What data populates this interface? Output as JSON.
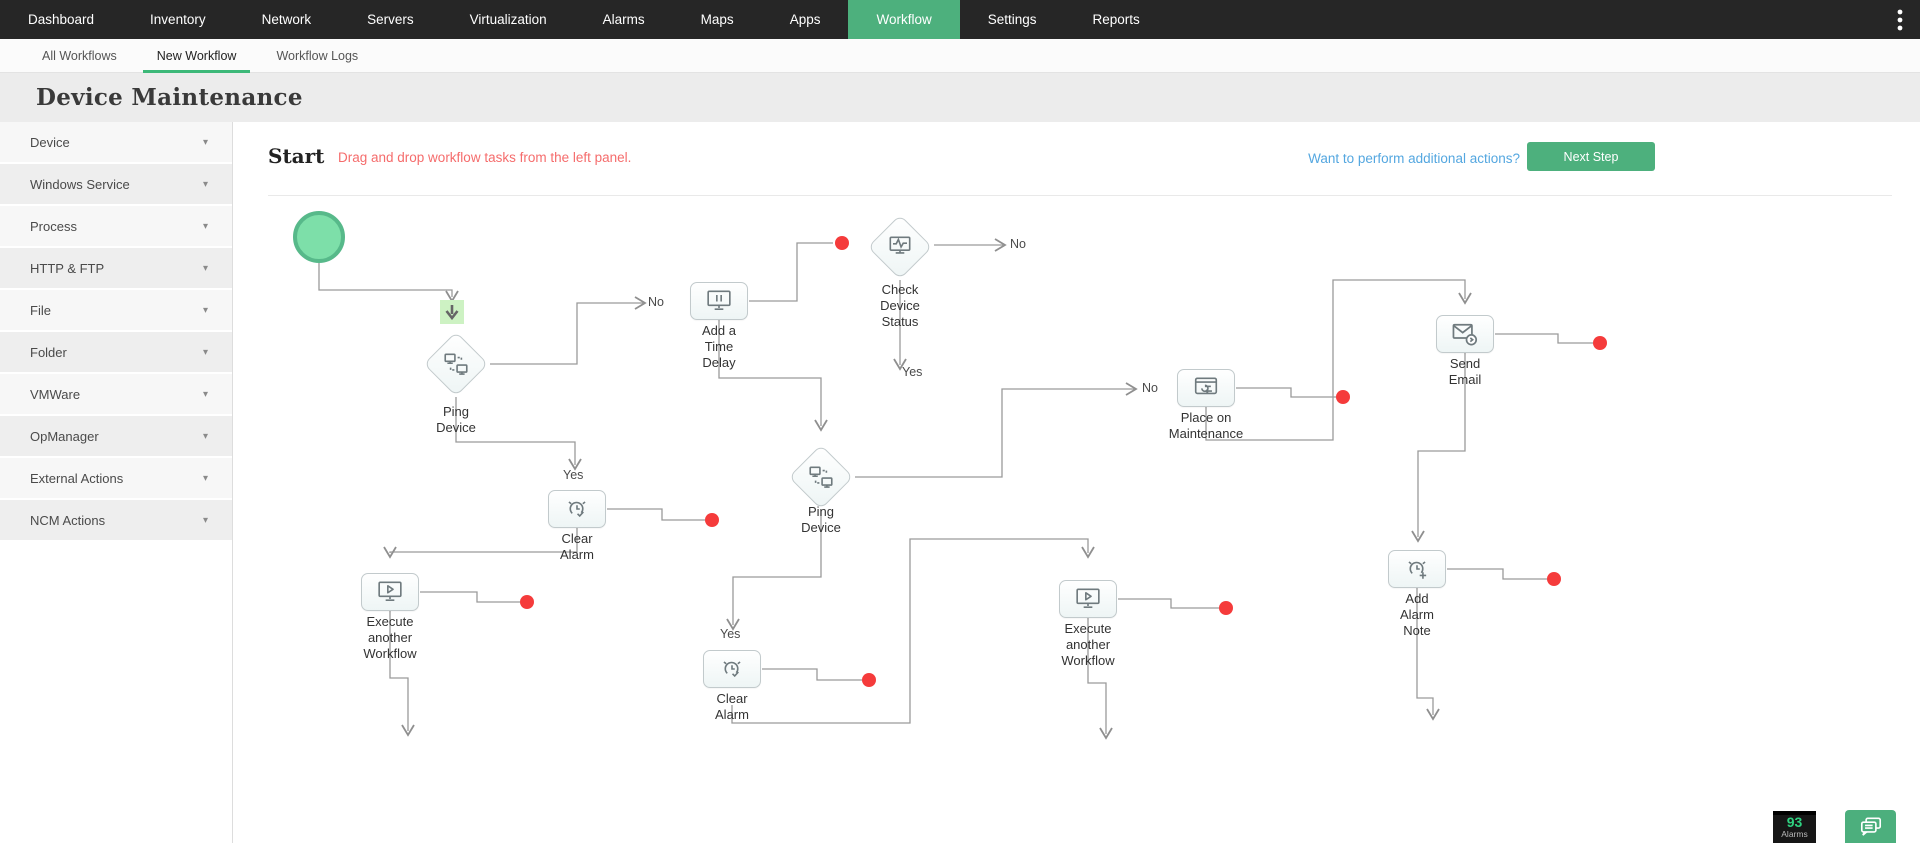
{
  "nav": {
    "items": [
      {
        "label": "Dashboard"
      },
      {
        "label": "Inventory"
      },
      {
        "label": "Network"
      },
      {
        "label": "Servers"
      },
      {
        "label": "Virtualization"
      },
      {
        "label": "Alarms"
      },
      {
        "label": "Maps"
      },
      {
        "label": "Apps"
      },
      {
        "label": "Workflow"
      },
      {
        "label": "Settings"
      },
      {
        "label": "Reports"
      }
    ],
    "active": "Workflow"
  },
  "tabs": {
    "items": [
      {
        "label": "All Workflows"
      },
      {
        "label": "New Workflow"
      },
      {
        "label": "Workflow Logs"
      }
    ],
    "active": "New Workflow"
  },
  "page": {
    "title": "Device Maintenance"
  },
  "sidebar": {
    "items": [
      {
        "label": "Device"
      },
      {
        "label": "Windows Service"
      },
      {
        "label": "Process"
      },
      {
        "label": "HTTP & FTP"
      },
      {
        "label": "File"
      },
      {
        "label": "Folder"
      },
      {
        "label": "VMWare"
      },
      {
        "label": "OpManager"
      },
      {
        "label": "External Actions"
      },
      {
        "label": "NCM Actions"
      }
    ]
  },
  "canvas": {
    "header": {
      "start_label": "Start",
      "hint": "Drag and drop workflow tasks from the left panel.",
      "link": "Want to perform additional actions?",
      "next_button": "Next Step"
    },
    "nodes": [
      {
        "id": "ping-device-1",
        "type": "diamond",
        "label": "Ping\nDevice"
      },
      {
        "id": "add-time-delay",
        "type": "task",
        "label": "Add a\nTime\nDelay"
      },
      {
        "id": "check-device-status",
        "type": "diamond",
        "label": "Check\nDevice\nStatus"
      },
      {
        "id": "send-email",
        "type": "task",
        "label": "Send\nEmail"
      },
      {
        "id": "place-on-maintenance",
        "type": "task",
        "label": "Place on\nMaintenance"
      },
      {
        "id": "ping-device-2",
        "type": "diamond",
        "label": "Ping\nDevice"
      },
      {
        "id": "clear-alarm-1",
        "type": "task",
        "label": "Clear\nAlarm"
      },
      {
        "id": "execute-workflow-1",
        "type": "task",
        "label": "Execute\nanother\nWorkflow"
      },
      {
        "id": "clear-alarm-2",
        "type": "task",
        "label": "Clear\nAlarm"
      },
      {
        "id": "execute-workflow-2",
        "type": "task",
        "label": "Execute\nanother\nWorkflow"
      },
      {
        "id": "add-alarm-note",
        "type": "task",
        "label": "Add\nAlarm\nNote"
      }
    ],
    "branch_labels": [
      {
        "text": "No"
      },
      {
        "text": "No"
      },
      {
        "text": "No"
      },
      {
        "text": "Yes"
      },
      {
        "text": "Yes"
      },
      {
        "text": "Yes"
      }
    ]
  },
  "status_bar": {
    "alarm_count": "93",
    "alarm_label": "Alarms"
  },
  "colors": {
    "nav_bg": "#262626",
    "accent_green": "#4db07d",
    "tab_underline": "#3cb878",
    "hint_red": "#f56c6c",
    "link_blue": "#54a7e0",
    "connector_gray": "#9a9a9a",
    "endpoint_red": "#f53b3b",
    "start_fill": "#7ddfa9",
    "start_border": "#57b98a"
  }
}
